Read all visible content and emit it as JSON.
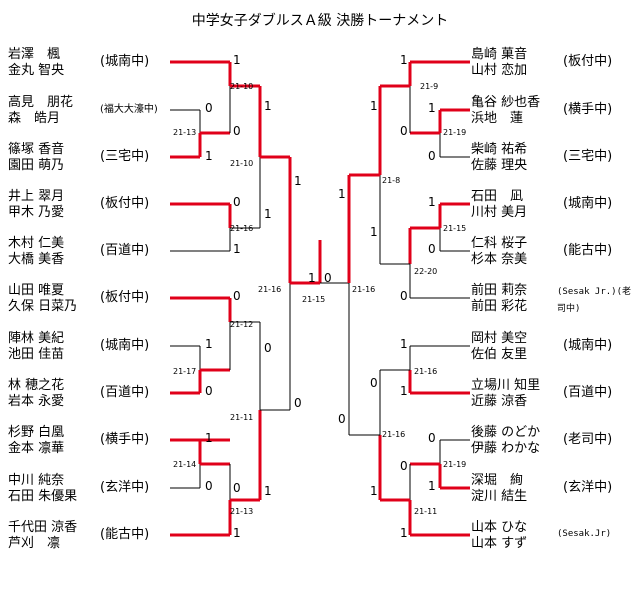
{
  "title": "中学女子ダブルスＡ級 決勝トーナメント",
  "left_teams": [
    {
      "names": [
        "岩澤　楓",
        "金丸 智央"
      ],
      "school": "(城南中)"
    },
    {
      "names": [
        "高見　朋花",
        "森　皓月"
      ],
      "school": "(福大大濠中)"
    },
    {
      "names": [
        "篠塚 香音",
        "園田 萌乃"
      ],
      "school": "(三宅中)"
    },
    {
      "names": [
        "井上 翠月",
        "甲木 乃愛"
      ],
      "school": "(板付中)"
    },
    {
      "names": [
        "木村 仁美",
        "大橋 美香"
      ],
      "school": "(百道中)"
    },
    {
      "names": [
        "山田 唯夏",
        "久保 日菜乃"
      ],
      "school": "(板付中)"
    },
    {
      "names": [
        "陣林 美紀",
        "池田 佳苗"
      ],
      "school": "(城南中)"
    },
    {
      "names": [
        "林 穂之花",
        "岩本 永愛"
      ],
      "school": "(百道中)"
    },
    {
      "names": [
        "杉野 白凰",
        "金本 凛華"
      ],
      "school": "(横手中)"
    },
    {
      "names": [
        "中川 純奈",
        "石田 朱優果"
      ],
      "school": "(玄洋中)"
    },
    {
      "names": [
        "千代田 涼香",
        "芦刈　凛"
      ],
      "school": "(能古中)"
    }
  ],
  "right_teams": [
    {
      "names": [
        "島崎 菓音",
        "山村 恋加"
      ],
      "school": "(板付中)"
    },
    {
      "names": [
        "亀谷 紗也香",
        "浜地　蓮"
      ],
      "school": "(横手中)"
    },
    {
      "names": [
        "柴崎 祐希",
        "佐藤 理央"
      ],
      "school": "(三宅中)"
    },
    {
      "names": [
        "石田　凪",
        "川村 美月"
      ],
      "school": "(城南中)"
    },
    {
      "names": [
        "仁科 桜子",
        "杉本 奈美"
      ],
      "school": "(能古中)"
    },
    {
      "names": [
        "前田 莉奈",
        "前田 彩花"
      ],
      "school": "(Sesak Jr.)(老司中)"
    },
    {
      "names": [
        "岡村 美空",
        "佐伯 友里"
      ],
      "school": "(城南中)"
    },
    {
      "names": [
        "立場川 知里",
        "近藤 涼香"
      ],
      "school": "(百道中)"
    },
    {
      "names": [
        "後藤 のどか",
        "伊藤 わかな"
      ],
      "school": "(老司中)"
    },
    {
      "names": [
        "深堀　絢",
        "淀川 結生"
      ],
      "school": "(玄洋中)"
    },
    {
      "names": [
        "山本 ひな",
        "山本 すず"
      ],
      "school": "(Sesak.Jr)"
    }
  ],
  "scores_left": {
    "r1": [
      "1",
      "0",
      "1",
      "0",
      "1",
      "0",
      "1",
      "0",
      "1",
      "0",
      "1"
    ],
    "r2": [
      "1",
      "0",
      "1",
      "0",
      "0",
      "1"
    ],
    "r3": [
      "1",
      "0",
      "0",
      "1"
    ],
    "r4": [
      "1",
      "0"
    ]
  },
  "scores_right": {
    "r1": [
      "1",
      "1",
      "0",
      "1",
      "0",
      "0",
      "1",
      "1",
      "0",
      "1",
      "1"
    ],
    "r2": [
      "1",
      "0",
      "1",
      "0",
      "0",
      "1"
    ],
    "r3": [
      "1",
      "0",
      "0",
      "1"
    ],
    "r4": [
      "1",
      "0"
    ]
  },
  "final_scores": [
    "1",
    "0"
  ],
  "match_scores": {
    "l_a": "21-10",
    "l_b": "21-13",
    "l_c": "21-10",
    "l_d": "21-16",
    "l_e": "21-12",
    "l_f": "21-17",
    "l_g": "21-11",
    "l_h": "21-14",
    "l_i": "21-13",
    "l_j": "21-16",
    "final": "21-15",
    "r_a": "21-9",
    "r_b": "21-19",
    "r_c": "21-8",
    "r_d": "21-15",
    "r_e": "22-20",
    "r_f": "21-16",
    "r_g": "21-16",
    "r_h": "21-16",
    "r_i": "21-19",
    "r_j": "21-11"
  },
  "colors": {
    "winner": "#e0001a",
    "line": "#000000"
  }
}
